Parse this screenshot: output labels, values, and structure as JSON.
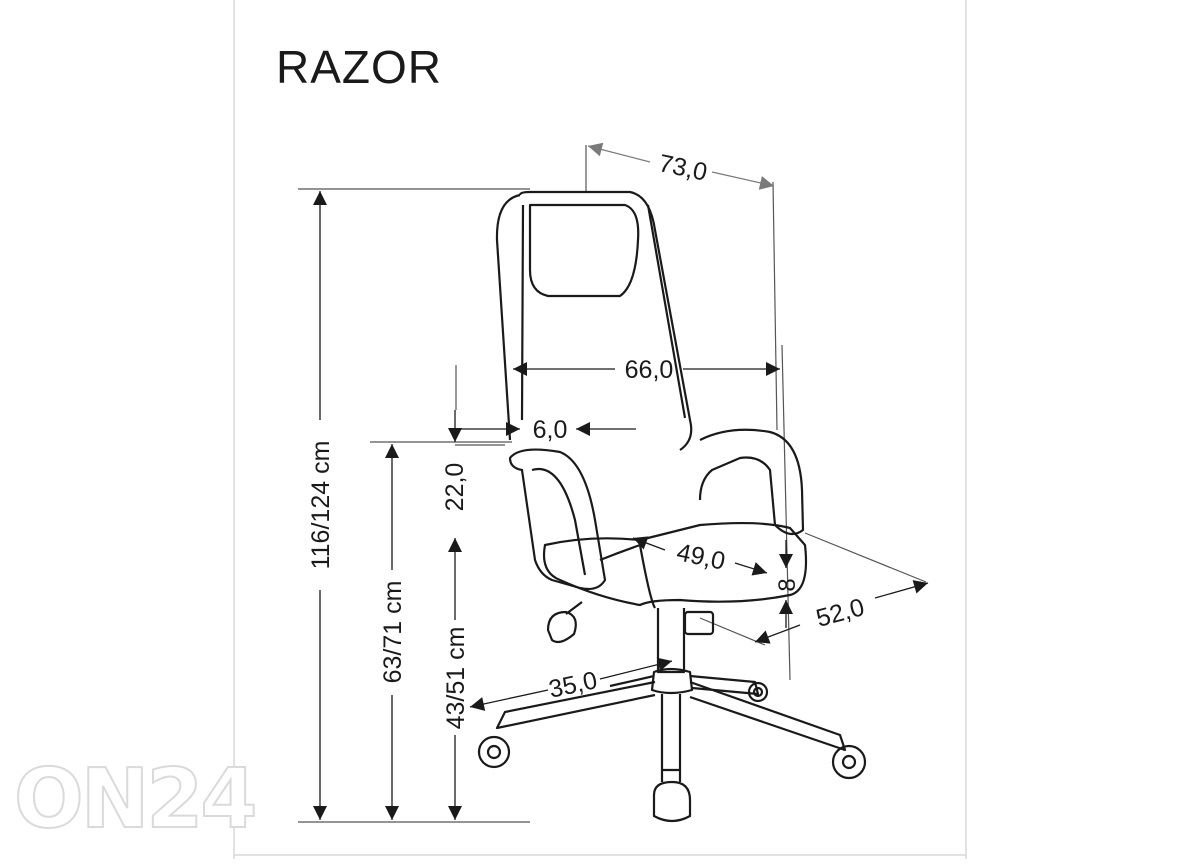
{
  "title": "RAZOR",
  "watermark": "ON24",
  "dimensions": {
    "depth_total": "73,0",
    "width_total": "66,0",
    "armrest_width": "6,0",
    "armrest_height": "22,0",
    "seat_depth": "49,0",
    "seat_thickness": "8",
    "seat_width": "52,0",
    "base_radius": "35,0",
    "total_height": "116/124 cm",
    "armrest_floor_height": "63/71 cm",
    "seat_height": "43/51 cm"
  },
  "colors": {
    "line": "#1a1a1a",
    "frame": "#d8d8d8",
    "watermark": "#dadada"
  }
}
